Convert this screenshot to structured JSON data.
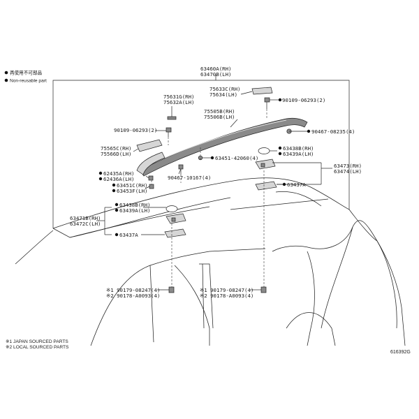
{
  "legend": {
    "non_reusable_jp": "再使用不可部品",
    "non_reusable_en": "Non-reusable part",
    "note1": "※1  JAPAN SOURCED PARTS",
    "note2": "※2  LOCAL SOURCED PARTS"
  },
  "drawing_code": "616392G",
  "callouts": {
    "rack_assy_rh": "63460A(RH)",
    "rack_assy_lh": "63470B(LH)",
    "pad_rh": "75633C(RH)",
    "pad_lh": "75634(LH)",
    "clip_top": "90109-06293(2)",
    "cover_rh": "75631G(RH)",
    "cover_lh": "75632A(LH)",
    "rail_rh": "75505B(RH)",
    "rail_lh": "75506B(LH)",
    "clip_left": "90109-06293(2)",
    "clip_right": "90467-08235(4)",
    "endcap_rh": "75565C(RH)",
    "endcap_lh": "75566D(LH)",
    "gasket_rh_r": "63438B(RH)",
    "gasket_lh_r": "63439A(LH)",
    "screw": "63451-42060(4)",
    "bracket_rh": "62435A(RH)",
    "bracket_lh": "62436A(LH)",
    "support_rh": "63473(RH)",
    "support_lh": "63474(LH)",
    "cap_rh": "63451C(RH)",
    "cap_lh": "63453F(LH)",
    "clip_mid": "90467-10167(4)",
    "pad_r": "63437A",
    "gasket_rh_l": "63438B(RH)",
    "gasket_lh_l": "63439A(LH)",
    "front_rh": "63471B(RH)",
    "front_lh": "63472C(LH)",
    "pad_l": "63437A",
    "nut_l_1": "※1  90179-08247(4)",
    "nut_l_2": "※2  90178-A0093(4)",
    "nut_r_1": "※1  90179-08247(4)",
    "nut_r_2": "※2  90178-A0093(4)"
  }
}
